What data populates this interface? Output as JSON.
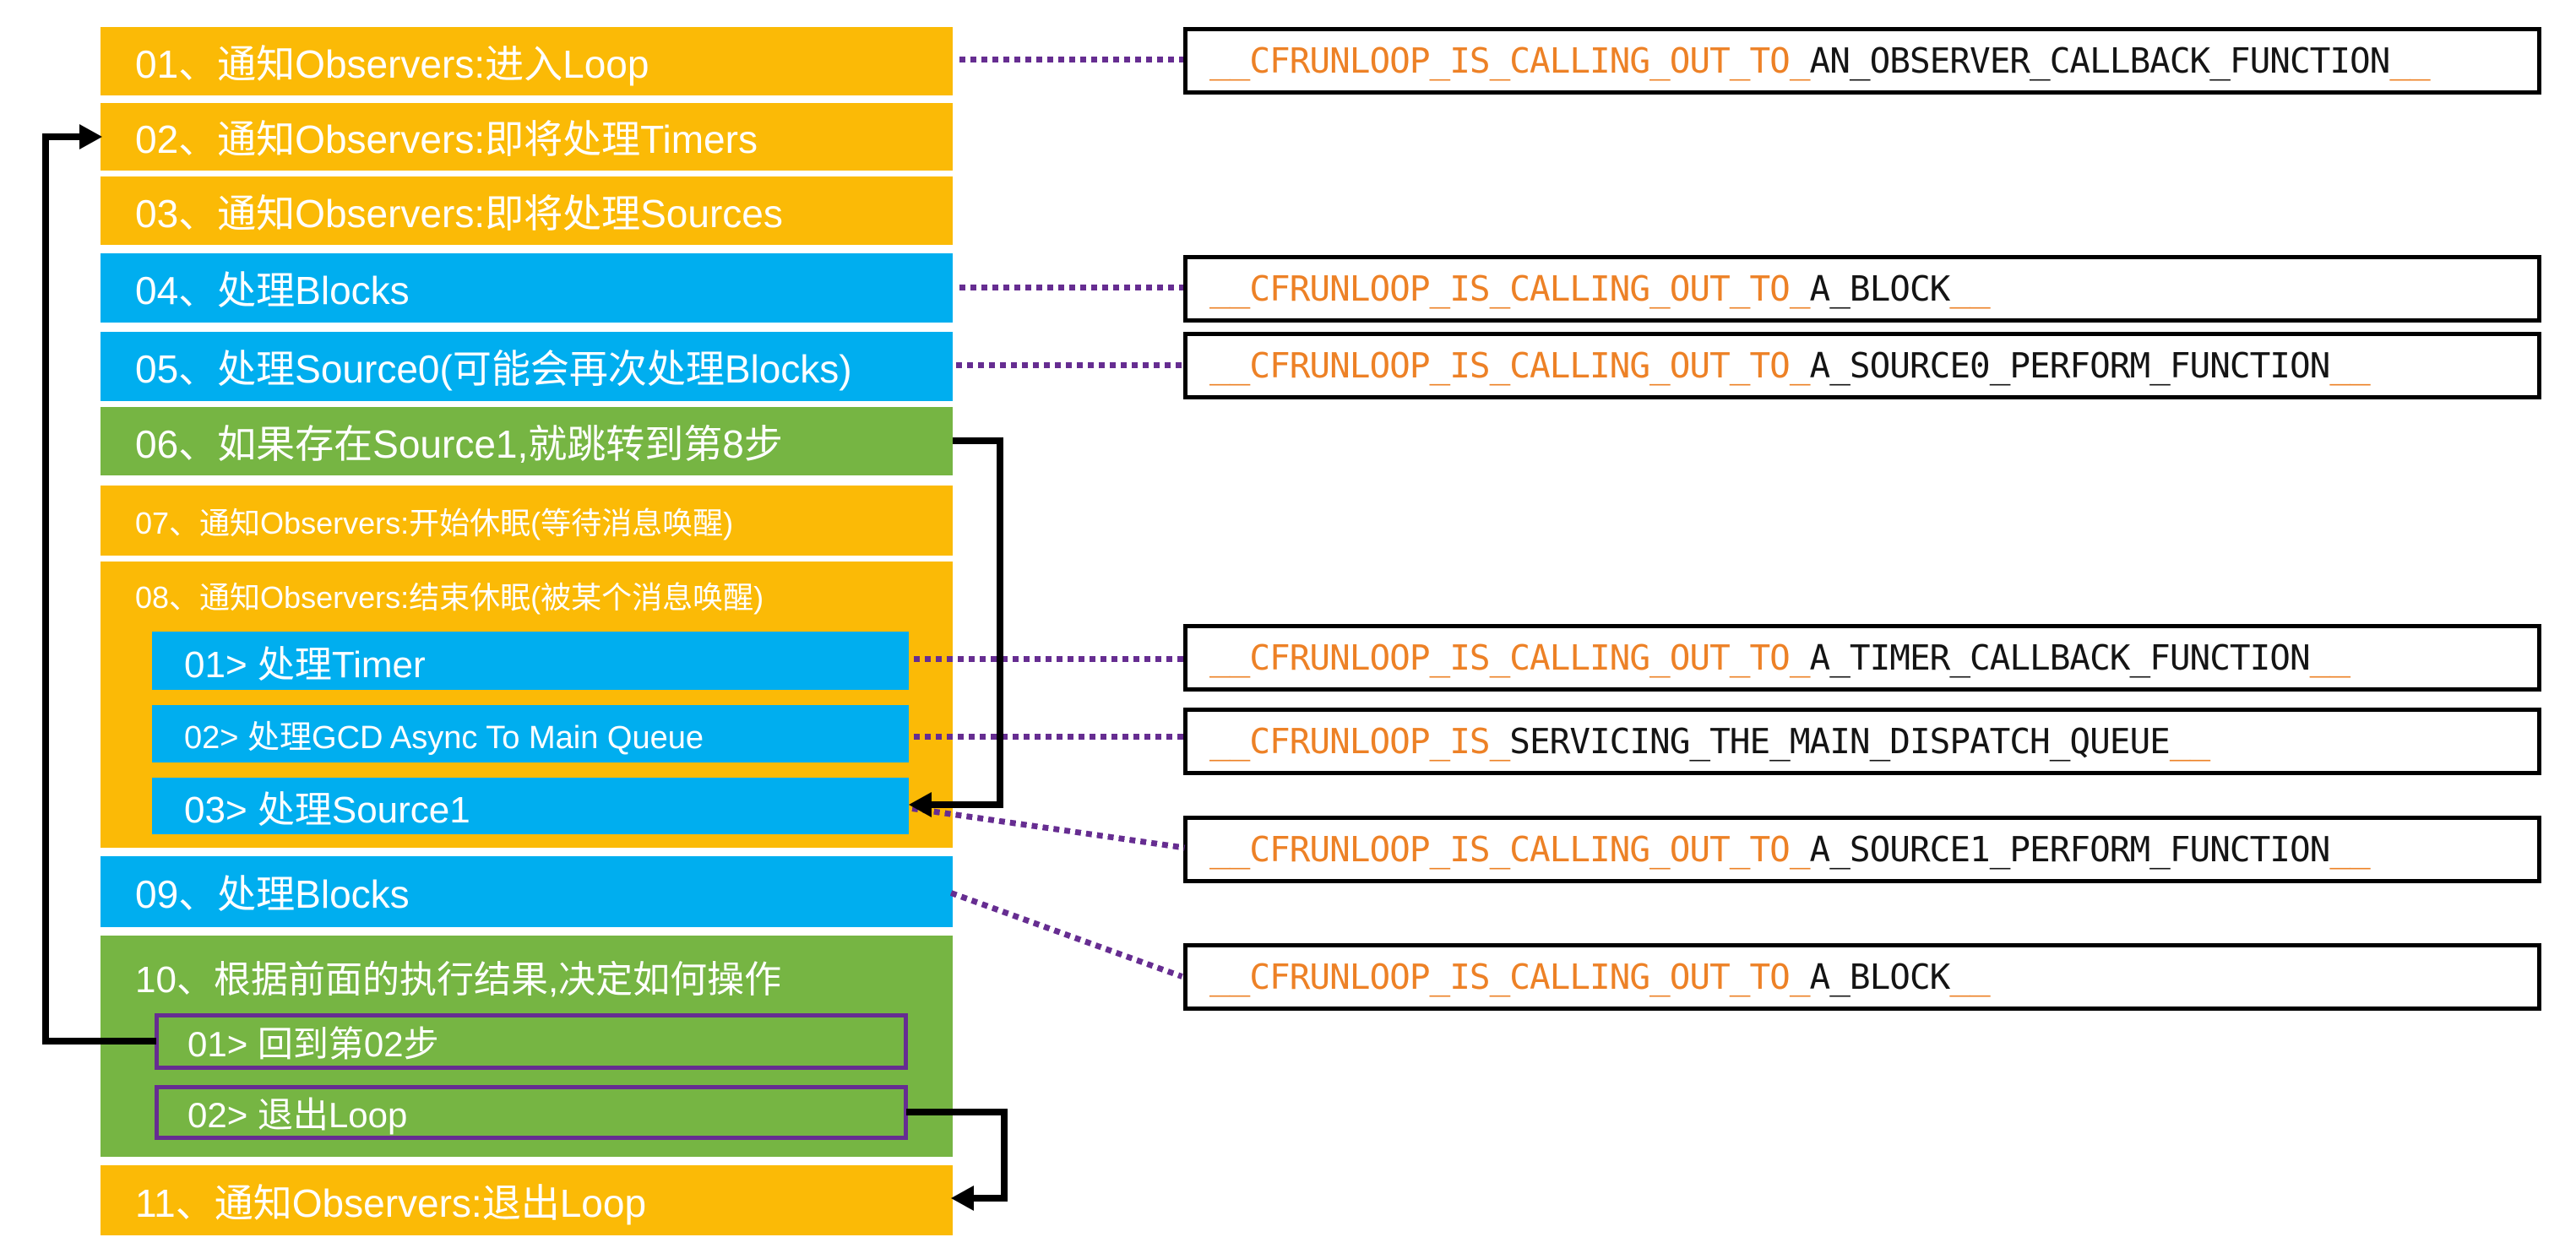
{
  "palette": {
    "step_yellow": "#FBBA06",
    "step_blue": "#00AEEF",
    "step_green": "#76B543",
    "connector_purple": "#662D91",
    "callout_orange": "#ED8126",
    "callout_border_black": "#000000",
    "step_text_white": "#FFFFFF"
  },
  "steps": {
    "s01": "01、通知Observers:进入Loop",
    "s02": "02、通知Observers:即将处理Timers",
    "s03": "03、通知Observers:即将处理Sources",
    "s04": "04、处理Blocks",
    "s05": "05、处理Source0(可能会再次处理Blocks)",
    "s06": "06、如果存在Source1,就跳转到第8步",
    "s07": "07、通知Observers:开始休眠(等待消息唤醒)",
    "s08": "08、通知Observers:结束休眠(被某个消息唤醒)",
    "s08_1": "01> 处理Timer",
    "s08_2": "02> 处理GCD Async To Main Queue",
    "s08_3": "03> 处理Source1",
    "s09": "09、处理Blocks",
    "s10": "10、根据前面的执行结果,决定如何操作",
    "s10_1": "01> 回到第02步",
    "s10_2": "02> 退出Loop",
    "s11": "11、通知Observers:退出Loop"
  },
  "callouts": {
    "c1": {
      "pre": "__CFRUNLOOP_IS_CALLING_OUT_TO_",
      "main": "AN_OBSERVER_CALLBACK_FUNCTION",
      "suf": "__"
    },
    "c2": {
      "pre": "__CFRUNLOOP_IS_CALLING_OUT_TO_",
      "main": "A_BLOCK",
      "suf": "__"
    },
    "c3": {
      "pre": "__CFRUNLOOP_IS_CALLING_OUT_TO_",
      "main": "A_SOURCE0_PERFORM_FUNCTION",
      "suf": "__"
    },
    "c4": {
      "pre": "__CFRUNLOOP_IS_CALLING_OUT_TO_",
      "main": "A_TIMER_CALLBACK_FUNCTION",
      "suf": "__"
    },
    "c5": {
      "pre": "__CFRUNLOOP_IS_",
      "main": "SERVICING_THE_MAIN_DISPATCH_QUEUE",
      "suf": "__"
    },
    "c6": {
      "pre": "__CFRUNLOOP_IS_CALLING_OUT_TO_",
      "main": "A_SOURCE1_PERFORM_FUNCTION",
      "suf": "__"
    },
    "c7": {
      "pre": "__CFRUNLOOP_IS_CALLING_OUT_TO_",
      "main": "A_BLOCK",
      "suf": "__"
    }
  }
}
